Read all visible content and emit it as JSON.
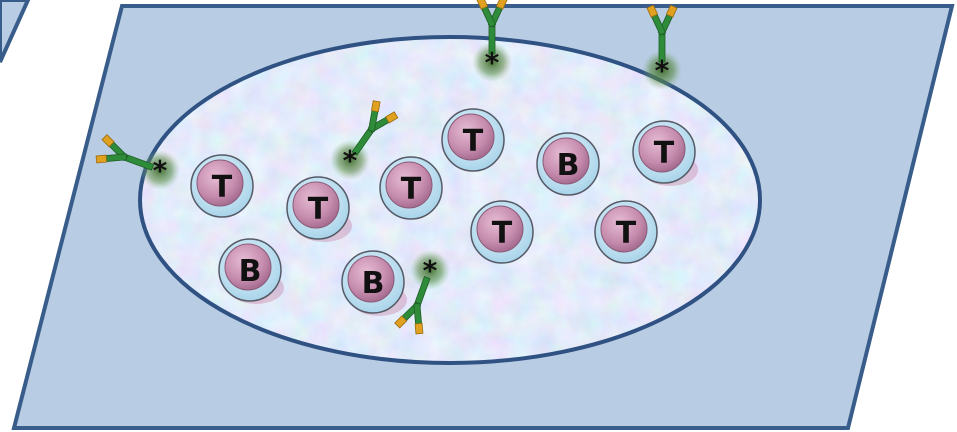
{
  "colors": {
    "slide_fill": "#b8cce4",
    "slide_stroke": "#385d8a",
    "ellipse_stroke": "#2f5283",
    "cytoplasm": "#cfe8f5",
    "nucleus": "#c98fb0",
    "antibody_heavy": "#2e8b3a",
    "antibody_tip": "#e0a020",
    "glow": "#3f6b2a"
  },
  "cells": [
    {
      "type": "T-cell",
      "letter": "T"
    },
    {
      "type": "T-cell",
      "letter": "T"
    },
    {
      "type": "B-cell",
      "letter": "B"
    },
    {
      "type": "T-cell",
      "letter": "T"
    },
    {
      "type": "B-cell",
      "letter": "B"
    },
    {
      "type": "T-cell",
      "letter": "T"
    },
    {
      "type": "B-cell",
      "letter": "B"
    },
    {
      "type": "T-cell",
      "letter": "T"
    },
    {
      "type": "T-cell",
      "letter": "T"
    },
    {
      "type": "T-cell",
      "letter": "T"
    }
  ],
  "antibodies": [
    {
      "label": "fluorescent-marker",
      "marker": "*"
    },
    {
      "label": "fluorescent-marker",
      "marker": "*"
    },
    {
      "label": "fluorescent-marker",
      "marker": "*"
    },
    {
      "label": "fluorescent-marker",
      "marker": "*"
    },
    {
      "label": "fluorescent-marker",
      "marker": "*"
    }
  ]
}
